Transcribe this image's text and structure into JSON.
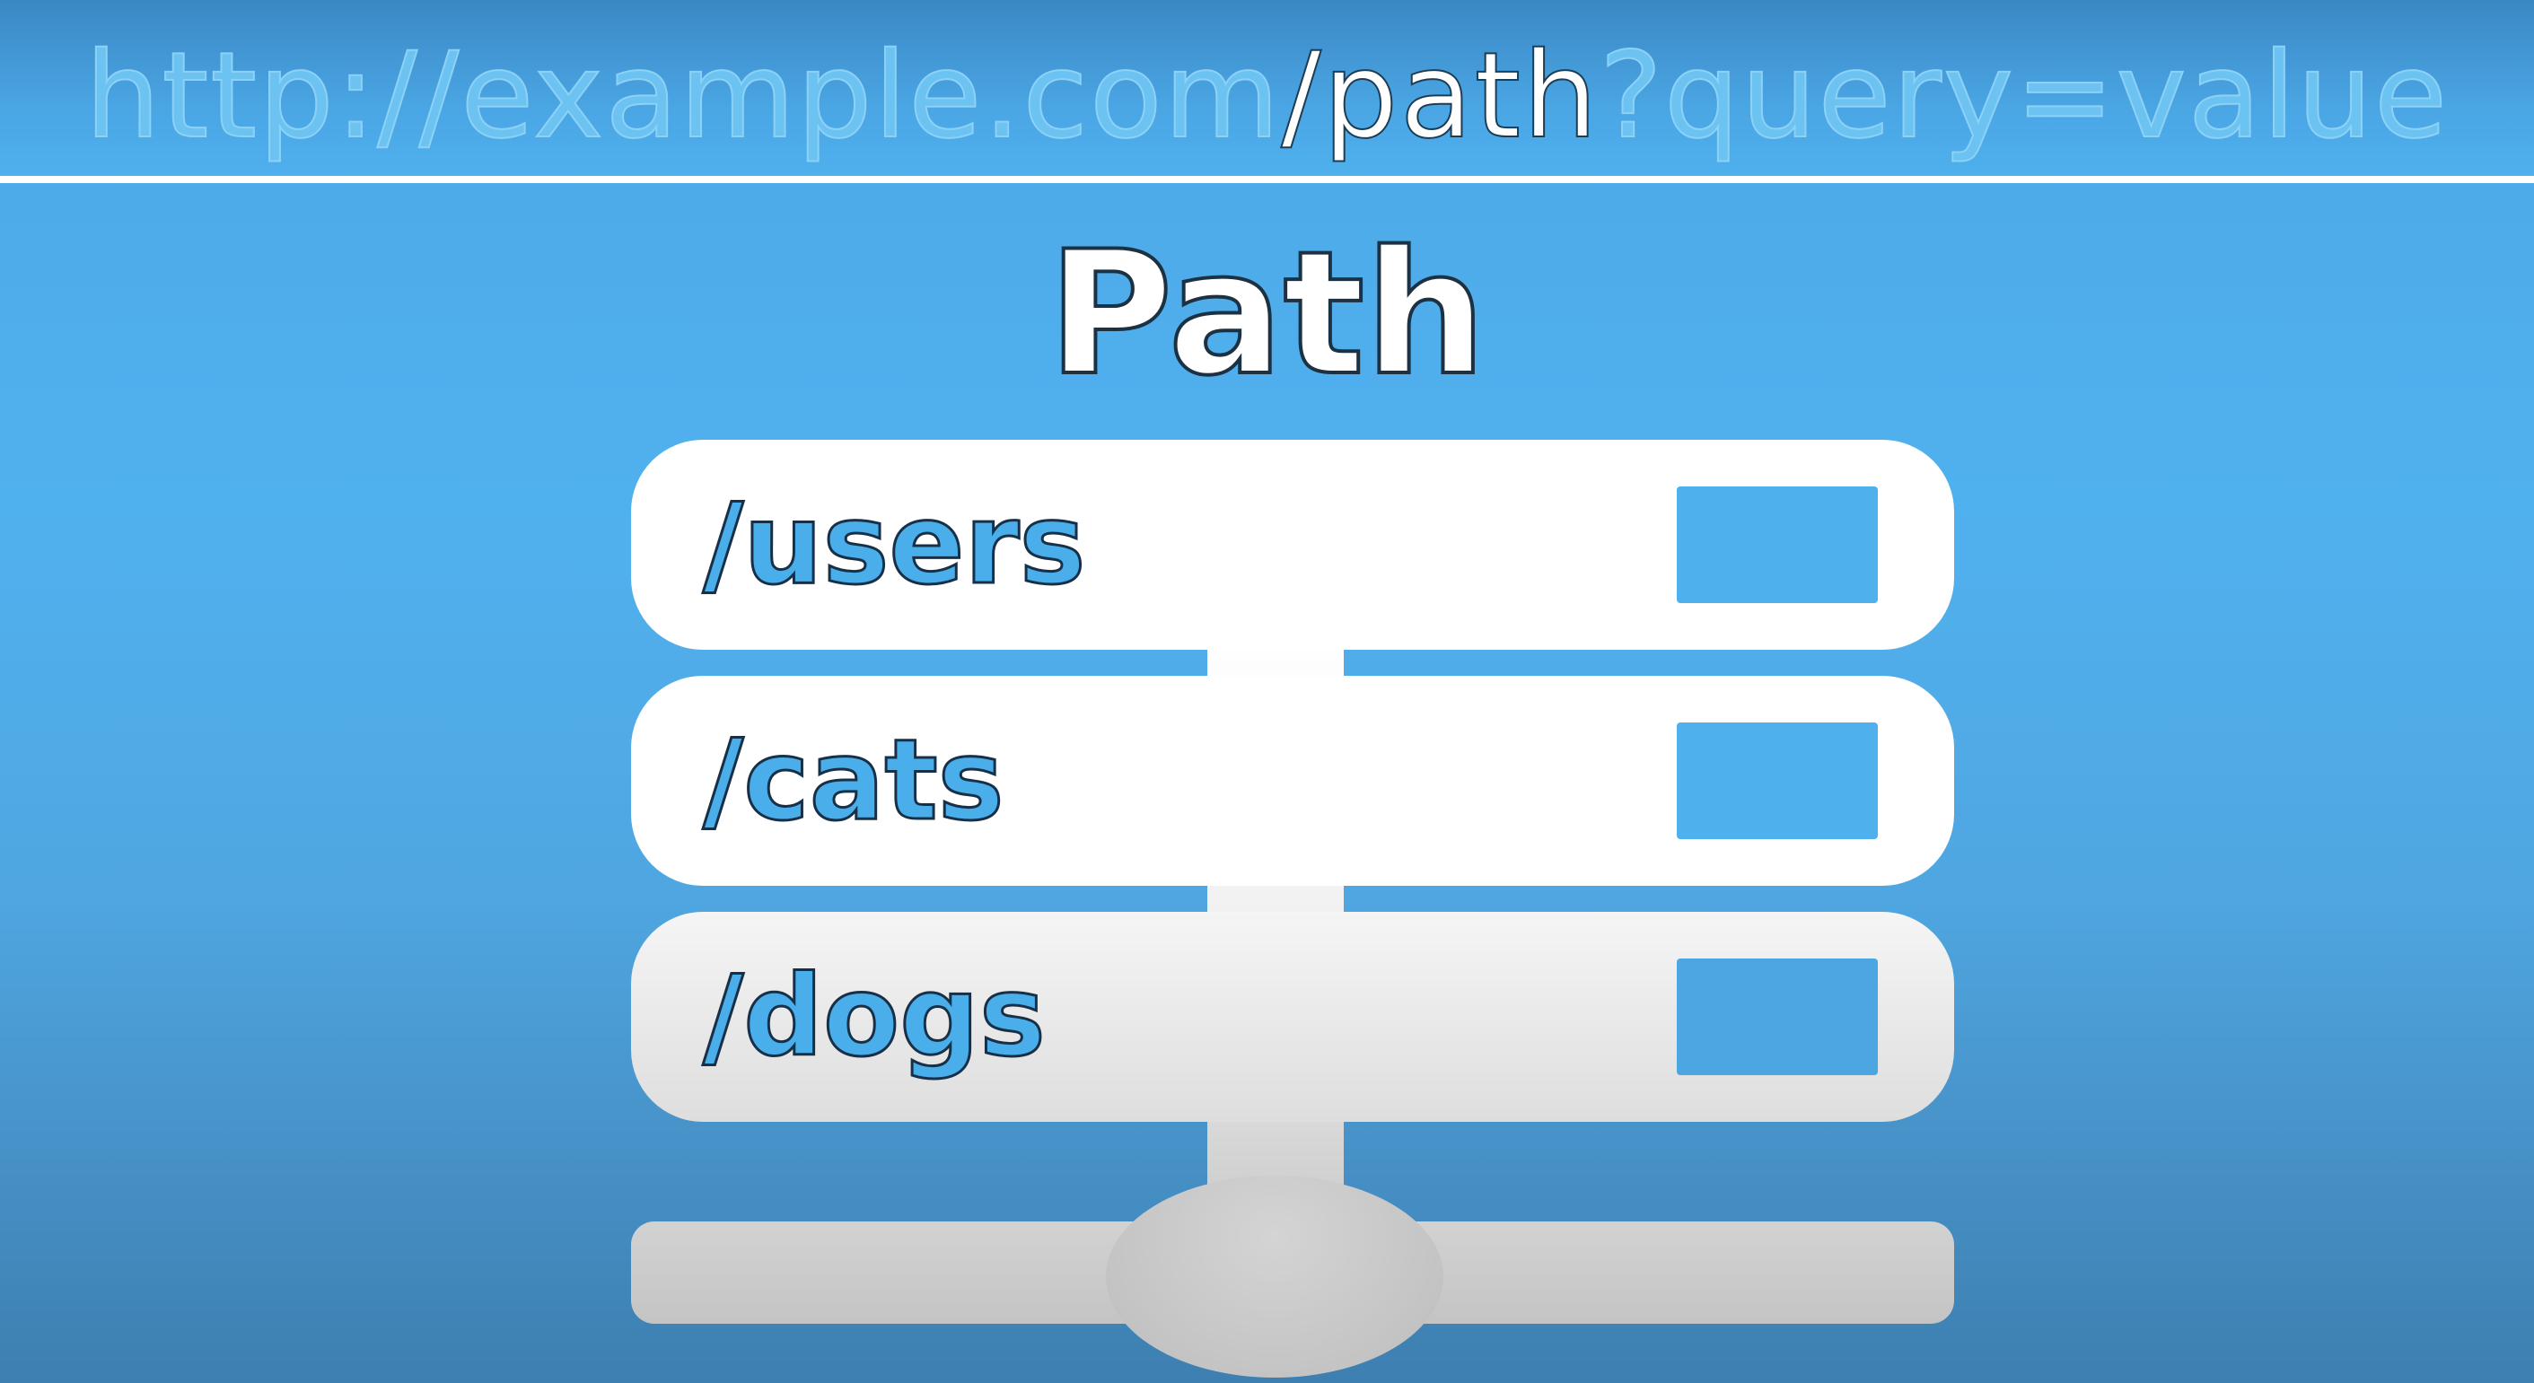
{
  "url": {
    "scheme_domain": "http://example.com",
    "path": "/path",
    "query": "?query=value"
  },
  "section_title": "Path",
  "routes": [
    {
      "label": "/users"
    },
    {
      "label": "/cats"
    },
    {
      "label": "/dogs"
    }
  ],
  "colors": {
    "background": "#50b1ef",
    "url_muted": "#6cc3f2",
    "highlight": "#ffffff",
    "route_text": "#4aaeea",
    "server_base": "#c4c4c4"
  },
  "icons": {
    "server": "server-rack-icon"
  }
}
